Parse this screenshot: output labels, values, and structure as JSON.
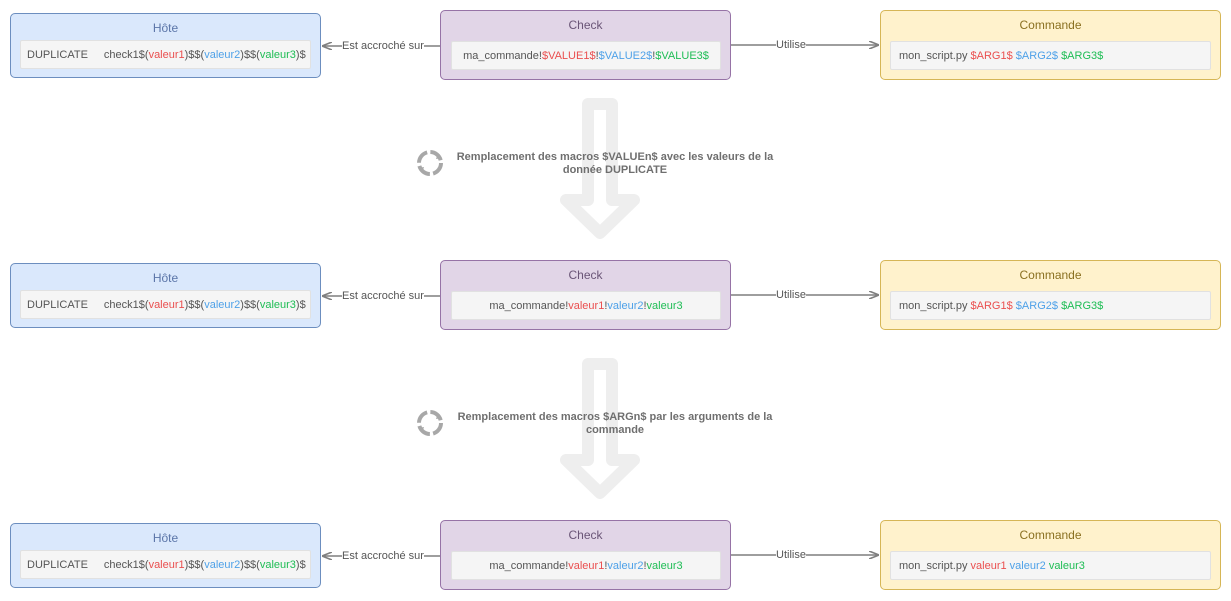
{
  "rows": [
    {
      "host": {
        "title": "Hôte",
        "parts": [
          {
            "text": "DUPLICATE",
            "color": "plain"
          },
          {
            "text": "check1$(",
            "color": "plain"
          },
          {
            "text": "valeur1",
            "color": "red"
          },
          {
            "text": ")$$(",
            "color": "plain"
          },
          {
            "text": "valeur2",
            "color": "blue"
          },
          {
            "text": ")$$(",
            "color": "plain"
          },
          {
            "text": "valeur3",
            "color": "green"
          },
          {
            "text": ")$",
            "color": "plain"
          }
        ]
      },
      "check": {
        "title": "Check",
        "parts": [
          {
            "text": "ma_commande!",
            "color": "plain"
          },
          {
            "text": "$VALUE1$",
            "color": "red"
          },
          {
            "text": "!",
            "color": "plain"
          },
          {
            "text": "$VALUE2$",
            "color": "blue"
          },
          {
            "text": "!",
            "color": "plain"
          },
          {
            "text": "$VALUE3$",
            "color": "green"
          }
        ]
      },
      "command": {
        "title": "Commande",
        "parts": [
          {
            "text": "mon_script.py ",
            "color": "plain"
          },
          {
            "text": "$ARG1$",
            "color": "red"
          },
          {
            "text": " ",
            "color": "plain"
          },
          {
            "text": "$ARG2$",
            "color": "blue"
          },
          {
            "text": " ",
            "color": "plain"
          },
          {
            "text": "$ARG3$",
            "color": "green"
          }
        ]
      },
      "left_link": "Est accroché sur",
      "right_link": "Utilise"
    },
    {
      "host": {
        "title": "Hôte",
        "parts": [
          {
            "text": "DUPLICATE",
            "color": "plain"
          },
          {
            "text": "check1$(",
            "color": "plain"
          },
          {
            "text": "valeur1",
            "color": "red"
          },
          {
            "text": ")$$(",
            "color": "plain"
          },
          {
            "text": "valeur2",
            "color": "blue"
          },
          {
            "text": ")$$(",
            "color": "plain"
          },
          {
            "text": "valeur3",
            "color": "green"
          },
          {
            "text": ")$",
            "color": "plain"
          }
        ]
      },
      "check": {
        "title": "Check",
        "parts": [
          {
            "text": "ma_commande!",
            "color": "plain"
          },
          {
            "text": "valeur1",
            "color": "red"
          },
          {
            "text": "!",
            "color": "plain"
          },
          {
            "text": "valeur2",
            "color": "blue"
          },
          {
            "text": "!",
            "color": "plain"
          },
          {
            "text": "valeur3",
            "color": "green"
          }
        ]
      },
      "command": {
        "title": "Commande",
        "parts": [
          {
            "text": "mon_script.py ",
            "color": "plain"
          },
          {
            "text": "$ARG1$",
            "color": "red"
          },
          {
            "text": " ",
            "color": "plain"
          },
          {
            "text": "$ARG2$",
            "color": "blue"
          },
          {
            "text": " ",
            "color": "plain"
          },
          {
            "text": "$ARG3$",
            "color": "green"
          }
        ]
      },
      "left_link": "Est accroché sur",
      "right_link": "Utilise"
    },
    {
      "host": {
        "title": "Hôte",
        "parts": [
          {
            "text": "DUPLICATE",
            "color": "plain"
          },
          {
            "text": "check1$(",
            "color": "plain"
          },
          {
            "text": "valeur1",
            "color": "red"
          },
          {
            "text": ")$$(",
            "color": "plain"
          },
          {
            "text": "valeur2",
            "color": "blue"
          },
          {
            "text": ")$$(",
            "color": "plain"
          },
          {
            "text": "valeur3",
            "color": "green"
          },
          {
            "text": ")$",
            "color": "plain"
          }
        ]
      },
      "check": {
        "title": "Check",
        "parts": [
          {
            "text": "ma_commande!",
            "color": "plain"
          },
          {
            "text": "valeur1",
            "color": "red"
          },
          {
            "text": "!",
            "color": "plain"
          },
          {
            "text": "valeur2",
            "color": "blue"
          },
          {
            "text": "!",
            "color": "plain"
          },
          {
            "text": "valeur3",
            "color": "green"
          }
        ]
      },
      "command": {
        "title": "Commande",
        "parts": [
          {
            "text": "mon_script.py ",
            "color": "plain"
          },
          {
            "text": "valeur1",
            "color": "red"
          },
          {
            "text": " ",
            "color": "plain"
          },
          {
            "text": "valeur2",
            "color": "blue"
          },
          {
            "text": " ",
            "color": "plain"
          },
          {
            "text": "valeur3",
            "color": "green"
          }
        ]
      },
      "left_link": "Est accroché sur",
      "right_link": "Utilise"
    }
  ],
  "steps": [
    {
      "label": "Remplacement des macros $VALUEn$ avec les valeurs de la donnée DUPLICATE",
      "icon": "refresh-cycle-icon"
    },
    {
      "label": "Remplacement des macros $ARGn$ par les arguments de la commande",
      "icon": "refresh-cycle-icon"
    }
  ],
  "colors": {
    "red": "#ea4f4f",
    "blue": "#4ea1e8",
    "green": "#1fbd55",
    "host_fill": "#dae8fc",
    "check_fill": "#e1d5e7",
    "command_fill": "#fff2cc",
    "connector": "#7f7f7f",
    "big_arrow": "#eeeeee"
  }
}
